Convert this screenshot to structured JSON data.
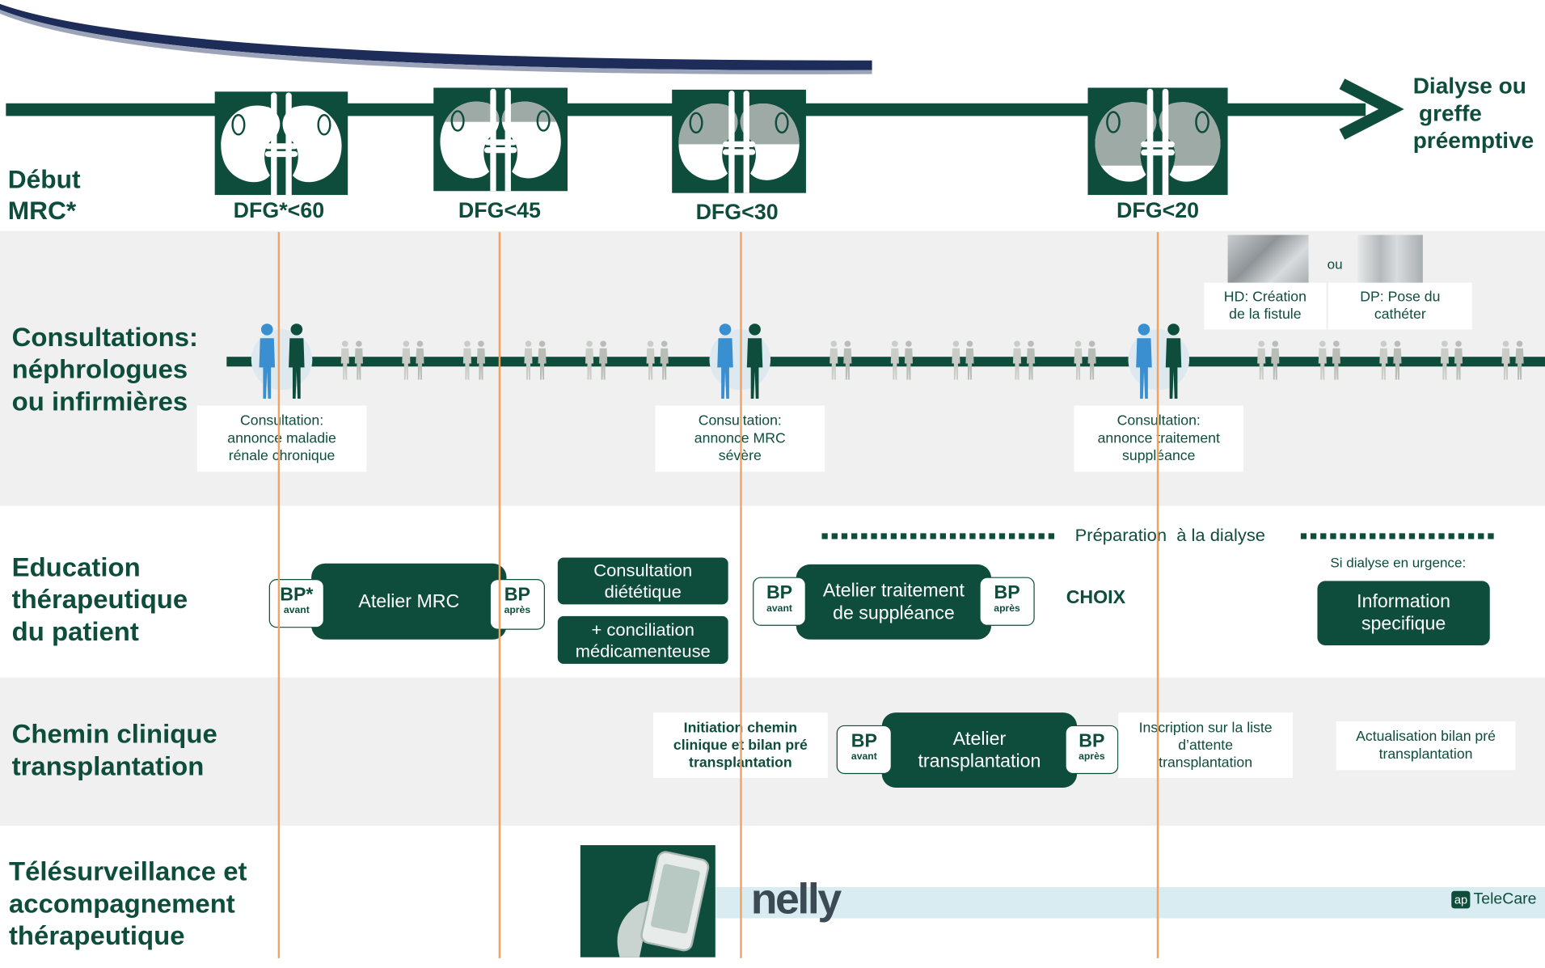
{
  "header": {
    "dest_line1": "Dialyse ou",
    "dest_line2": "greffe",
    "dest_line3": "préemptive",
    "start_label": "Début\nMRC*"
  },
  "milestones": [
    {
      "label": "DFG*<60",
      "fill_fraction": 0.0
    },
    {
      "label": "DFG<45",
      "fill_fraction": 0.25
    },
    {
      "label": "DFG<30",
      "fill_fraction": 0.5
    },
    {
      "label": "DFG<20",
      "fill_fraction": 0.75
    }
  ],
  "rows": {
    "consult": "Consultations:\nnéphrologues\nou infirmières",
    "education": "Education\nthérapeutique\ndu patient",
    "transplant": "Chemin clinique\ntransplantation",
    "telesurv": "Télésurveillance et\naccompagnement\nthérapeutique"
  },
  "consultations": {
    "c1": "Consultation:\nannonce maladie\nrénale chronique",
    "c2": "Consultation:\nannonce MRC\nsévère",
    "c3": "Consultation:\nannonce traitement\nsuppléance"
  },
  "access": {
    "hd": "HD: Création\nde la fistule",
    "or": "ou",
    "dp": "DP: Pose du\ncathéter"
  },
  "education": {
    "bp_star": "BP*",
    "bp": "BP",
    "avant": "avant",
    "apres": "après",
    "atelier_mrc": "Atelier MRC",
    "consult_diet": "Consultation\ndiététique",
    "conciliation": "+ conciliation\nmédicamenteuse",
    "atelier_supp": "Atelier traitement\nde suppléance",
    "choix": "CHOIX",
    "prep_dialyse": "Préparation  à la dialyse",
    "urgence": "Si dialyse en urgence:",
    "info_spec": "Information\nspecifique"
  },
  "transplant": {
    "initiation": "Initiation chemin\nclinique et bilan pré\ntransplantation",
    "atelier": "Atelier\ntransplantation",
    "inscription": "Inscription sur la liste\nd’attente\ntransplantation",
    "actualisation": "Actualisation bilan pré\ntransplantation"
  },
  "telesurv": {
    "nelly": "nelly",
    "telecare_icon": "ap",
    "telecare": "TeleCare"
  },
  "colors": {
    "primary": "#0e4d3c",
    "accent": "#f4a261",
    "band": "#f0f0f0",
    "light_bar": "#d8ecf1"
  }
}
